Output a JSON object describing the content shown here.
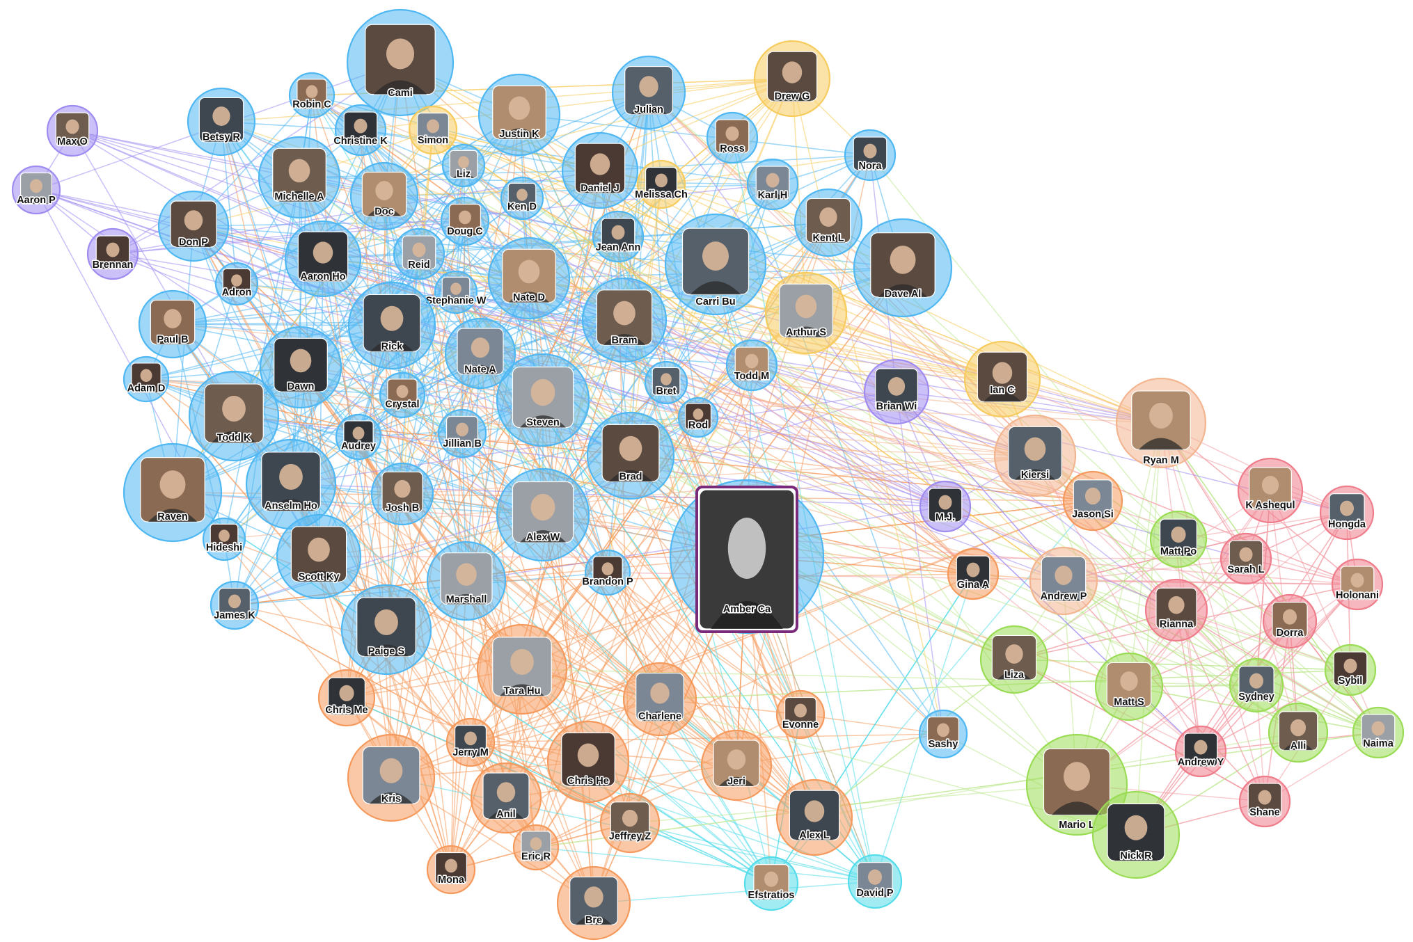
{
  "community_colors": {
    "blue": "#4fb7f2",
    "orange": "#f59a5c",
    "purple": "#a08cf0",
    "yellow": "#f7cc5e",
    "pink": "#ef7c8a",
    "green": "#9bdc55",
    "peach": "#f3b58f",
    "cyan": "#53dcea"
  },
  "highlight_node": "Amber Ca",
  "nodes": [
    {
      "id": "Cami",
      "community": "blue"
    },
    {
      "id": "Robin C",
      "community": "blue"
    },
    {
      "id": "Betsy R",
      "community": "blue"
    },
    {
      "id": "Max O",
      "community": "purple"
    },
    {
      "id": "Aaron P",
      "community": "purple"
    },
    {
      "id": "Brennan",
      "community": "purple"
    },
    {
      "id": "Christine K",
      "community": "blue"
    },
    {
      "id": "Simon",
      "community": "yellow"
    },
    {
      "id": "Justin K",
      "community": "blue"
    },
    {
      "id": "Julian",
      "community": "blue"
    },
    {
      "id": "Drew G",
      "community": "yellow"
    },
    {
      "id": "Ross",
      "community": "blue"
    },
    {
      "id": "Nora",
      "community": "blue"
    },
    {
      "id": "Michelle A",
      "community": "blue"
    },
    {
      "id": "Liz",
      "community": "blue"
    },
    {
      "id": "Daniel J",
      "community": "blue"
    },
    {
      "id": "Melissa Ch",
      "community": "yellow"
    },
    {
      "id": "Karl H",
      "community": "blue"
    },
    {
      "id": "Doc",
      "community": "blue"
    },
    {
      "id": "Ken D",
      "community": "blue"
    },
    {
      "id": "Don P",
      "community": "blue"
    },
    {
      "id": "Doug C",
      "community": "blue"
    },
    {
      "id": "Jean Ann",
      "community": "blue"
    },
    {
      "id": "Kent L",
      "community": "blue"
    },
    {
      "id": "Reid",
      "community": "blue"
    },
    {
      "id": "Adron",
      "community": "blue"
    },
    {
      "id": "Aaron Ho",
      "community": "blue"
    },
    {
      "id": "Stephanie W",
      "community": "blue"
    },
    {
      "id": "Nate D",
      "community": "blue"
    },
    {
      "id": "Carri Bu",
      "community": "blue"
    },
    {
      "id": "Dave Al",
      "community": "blue"
    },
    {
      "id": "Paul B",
      "community": "blue"
    },
    {
      "id": "Rick",
      "community": "blue"
    },
    {
      "id": "Bram",
      "community": "blue"
    },
    {
      "id": "Arthur S",
      "community": "yellow"
    },
    {
      "id": "Adam D",
      "community": "blue"
    },
    {
      "id": "Dawn",
      "community": "blue"
    },
    {
      "id": "Nate A",
      "community": "blue"
    },
    {
      "id": "Todd M",
      "community": "blue"
    },
    {
      "id": "Bret",
      "community": "blue"
    },
    {
      "id": "Ian C",
      "community": "yellow"
    },
    {
      "id": "Crystal",
      "community": "blue"
    },
    {
      "id": "Brian Wi",
      "community": "purple"
    },
    {
      "id": "Todd K",
      "community": "blue"
    },
    {
      "id": "Steven",
      "community": "blue"
    },
    {
      "id": "Rod",
      "community": "blue"
    },
    {
      "id": "Audrey",
      "community": "blue"
    },
    {
      "id": "Jillian B",
      "community": "blue"
    },
    {
      "id": "Ryan M",
      "community": "peach"
    },
    {
      "id": "Kiersi",
      "community": "peach"
    },
    {
      "id": "Brad",
      "community": "blue"
    },
    {
      "id": "Raven",
      "community": "blue"
    },
    {
      "id": "Anselm Ho",
      "community": "blue"
    },
    {
      "id": "Josh B",
      "community": "blue"
    },
    {
      "id": "Alex W",
      "community": "blue"
    },
    {
      "id": "Hideshi",
      "community": "blue"
    },
    {
      "id": "M.J.",
      "community": "purple"
    },
    {
      "id": "Jason Si",
      "community": "orange"
    },
    {
      "id": "K Ashequl",
      "community": "pink"
    },
    {
      "id": "Hongda",
      "community": "pink"
    },
    {
      "id": "Scott Ky",
      "community": "blue"
    },
    {
      "id": "Amber Ca",
      "community": "blue"
    },
    {
      "id": "Matt Po",
      "community": "green"
    },
    {
      "id": "Sarah L",
      "community": "pink"
    },
    {
      "id": "Marshall",
      "community": "blue"
    },
    {
      "id": "Brandon P",
      "community": "blue"
    },
    {
      "id": "Gina A",
      "community": "orange"
    },
    {
      "id": "Andrew P",
      "community": "peach"
    },
    {
      "id": "Holonani",
      "community": "pink"
    },
    {
      "id": "James K",
      "community": "blue"
    },
    {
      "id": "Rianna",
      "community": "pink"
    },
    {
      "id": "Dorra",
      "community": "pink"
    },
    {
      "id": "Paige S",
      "community": "blue"
    },
    {
      "id": "Liza",
      "community": "green"
    },
    {
      "id": "Tara Hu",
      "community": "orange"
    },
    {
      "id": "Sybil",
      "community": "green"
    },
    {
      "id": "Chris Me",
      "community": "orange"
    },
    {
      "id": "Charlene",
      "community": "orange"
    },
    {
      "id": "Matt S",
      "community": "green"
    },
    {
      "id": "Sydney",
      "community": "green"
    },
    {
      "id": "Evonne",
      "community": "orange"
    },
    {
      "id": "Sashy",
      "community": "blue"
    },
    {
      "id": "Jerry M",
      "community": "orange"
    },
    {
      "id": "Alli",
      "community": "green"
    },
    {
      "id": "Naima",
      "community": "green"
    },
    {
      "id": "Chris He",
      "community": "orange"
    },
    {
      "id": "Andrew Y",
      "community": "pink"
    },
    {
      "id": "Kris",
      "community": "orange"
    },
    {
      "id": "Jeri",
      "community": "orange"
    },
    {
      "id": "Anil",
      "community": "orange"
    },
    {
      "id": "Shane",
      "community": "pink"
    },
    {
      "id": "Mario L",
      "community": "green"
    },
    {
      "id": "Alex L",
      "community": "orange"
    },
    {
      "id": "Jeffrey Z",
      "community": "orange"
    },
    {
      "id": "Eric R",
      "community": "orange"
    },
    {
      "id": "Mona",
      "community": "orange"
    },
    {
      "id": "Nick R",
      "community": "green"
    },
    {
      "id": "David P",
      "community": "cyan"
    },
    {
      "id": "Efstratios",
      "community": "cyan"
    },
    {
      "id": "Bre",
      "community": "orange"
    }
  ]
}
